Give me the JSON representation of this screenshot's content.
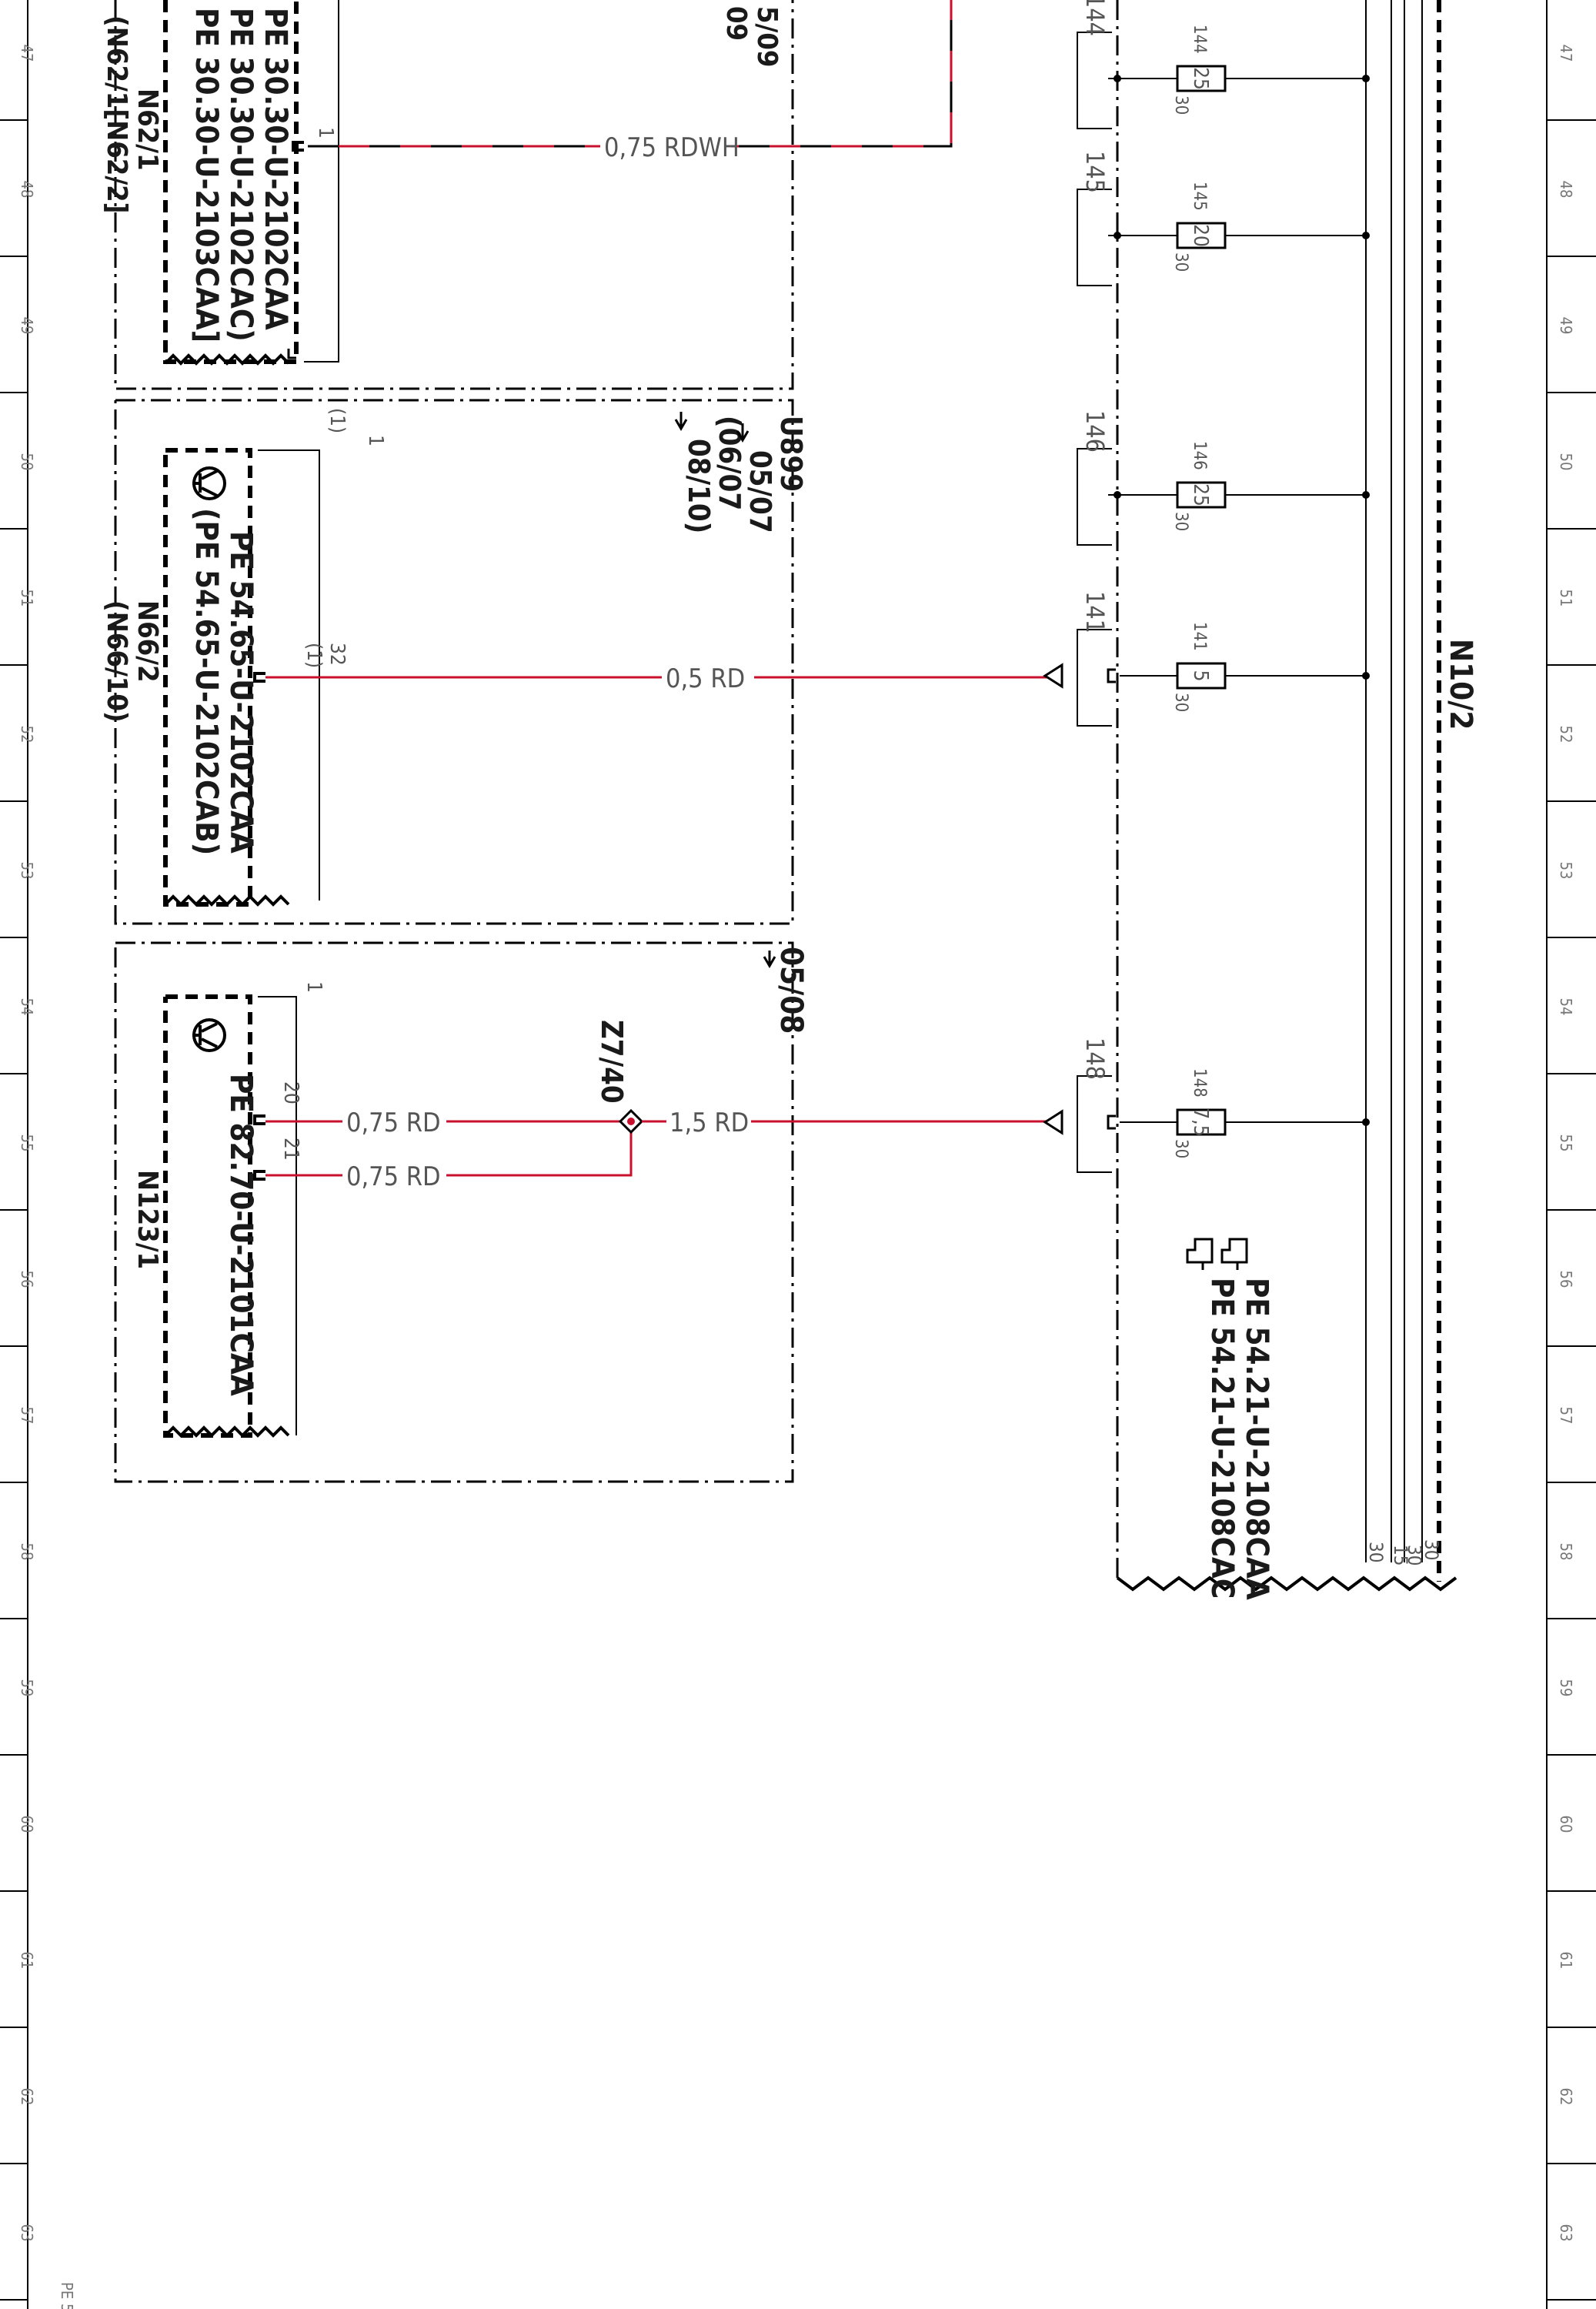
{
  "colors": {
    "red_wire": "#c8102e",
    "black": "#000000",
    "label": "#555555"
  },
  "top_partial_labels": [
    "5/09",
    "09"
  ],
  "rulers": {
    "numbers": [
      "47",
      "48",
      "49",
      "50",
      "51",
      "52",
      "53",
      "54",
      "55",
      "56",
      "57",
      "58",
      "59",
      "60",
      "61",
      "62",
      "63"
    ],
    "footer": "PE 5"
  },
  "blocks": {
    "n62": {
      "id": "N62/1",
      "alt_id": "(N62/1[N62/2]",
      "refs": [
        "PE 30.30-U-2102CAA",
        "PE 30.30-U-2102CAC)",
        "PE 30.30-U-2103CAA]"
      ],
      "pin": "1",
      "wire": "0,75 RDWH"
    },
    "n66": {
      "id": "N66/2",
      "alt_id": "(N66/10)",
      "refs": [
        "PE 54.65-U-2102CAA",
        "(PE 54.65-U-2102CAB)"
      ],
      "pin_top": "1",
      "pin_top_alt": "(1)",
      "pin": "32",
      "pin_alt": "(1)",
      "wire": "0,5 RD",
      "code": "U899",
      "jumps": [
        "05/07",
        "(06/07",
        "08/10)"
      ]
    },
    "n123": {
      "id": "N123/1",
      "refs": [
        "PE 82.70-U-2101CAA"
      ],
      "pin_top": "1",
      "pin_a": "20",
      "pin_b": "21",
      "wire_a": "0,75 RD",
      "wire_b": "0,75 RD",
      "splice": "Z7/40",
      "wire_main": "1,5 RD",
      "jump": "05/08"
    }
  },
  "fuse_box": {
    "id": "N10/2",
    "refs": [
      "PE 54.21-U-2108CAA",
      "PE 54.21-U-2108CAC"
    ],
    "bus_labels": [
      "30",
      "15",
      "30",
      "30"
    ],
    "fuses": [
      {
        "number": "144",
        "rating": "25",
        "terminal": "30"
      },
      {
        "number": "145",
        "rating": "20",
        "terminal": "30"
      },
      {
        "number": "146",
        "rating": "25",
        "terminal": "30"
      },
      {
        "number": "141",
        "rating": "5",
        "terminal": "30"
      },
      {
        "number": "148",
        "rating": "7,5",
        "terminal": "30"
      }
    ]
  }
}
